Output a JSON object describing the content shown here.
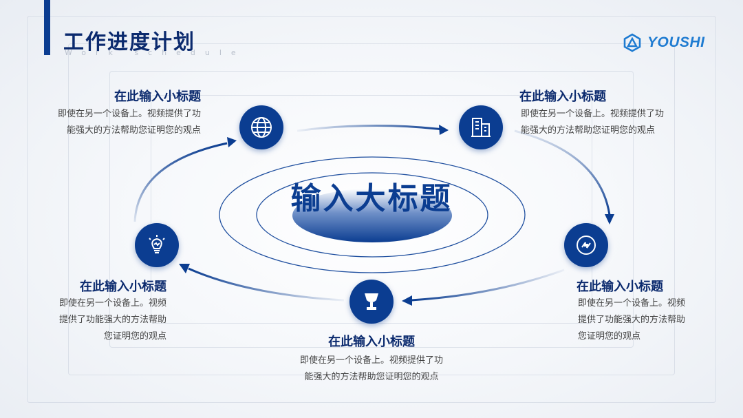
{
  "header": {
    "title": "工作进度计划",
    "subtitle": "Work schedule"
  },
  "logo": {
    "text": "YOUSHI"
  },
  "center": {
    "title": "输入大标题"
  },
  "nodes": [
    {
      "icon": "globe-icon",
      "title": "在此输入小标题",
      "desc": [
        "即使在另一个设备上。视频提供了功",
        "能强大的方法帮助您证明您的观点"
      ]
    },
    {
      "icon": "buildings-icon",
      "title": "在此输入小标题",
      "desc": [
        "即使在另一个设备上。视频提供了功",
        "能强大的方法帮助您证明您的观点"
      ]
    },
    {
      "icon": "refresh-icon",
      "title": "在此输入小标题",
      "desc": [
        "即使在另一个设备上。视频",
        "提供了功能强大的方法帮助",
        "您证明您的观点"
      ]
    },
    {
      "icon": "trophy-icon",
      "title": "在此输入小标题",
      "desc": [
        "即使在另一个设备上。视频提供了功",
        "能强大的方法帮助您证明您的观点"
      ]
    },
    {
      "icon": "lightbulb-icon",
      "title": "在此输入小标题",
      "desc": [
        "即使在另一个设备上。视频",
        "提供了功能强大的方法帮助",
        "您证明您的观点"
      ]
    }
  ],
  "colors": {
    "primary": "#0b3d91",
    "accent": "#1e7bd1",
    "title": "#0b2a6e"
  }
}
